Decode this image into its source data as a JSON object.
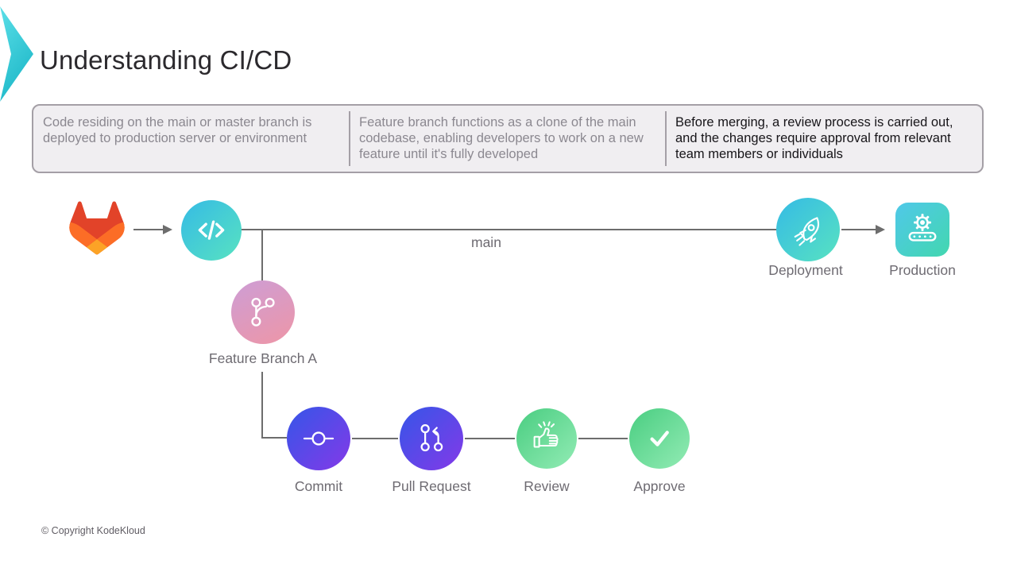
{
  "slide": {
    "title": "Understanding CI/CD",
    "copyright": "© Copyright KodeKloud"
  },
  "info_boxes": [
    {
      "text": "Code residing on the main or master branch is deployed to production server or environment"
    },
    {
      "text": "Feature branch functions as a clone of the main codebase, enabling developers to work on a new feature until it's fully developed"
    },
    {
      "text": "Before merging, a review process is carried out, and the changes require approval from relevant team members or individuals"
    }
  ],
  "diagram": {
    "branch_label": "main",
    "labels": {
      "feature_branch": "Feature Branch A",
      "commit": "Commit",
      "pull_request": "Pull Request",
      "review": "Review",
      "approve": "Approve",
      "deployment": "Deployment",
      "production": "Production"
    }
  },
  "palette": {
    "teal_gradient": [
      "#38bee2",
      "#55dfc4"
    ],
    "pink_gradient": [
      "#cf9dd3",
      "#ec96a9"
    ],
    "purple_gradient": [
      "#3d53e8",
      "#7c3ce8"
    ],
    "green_gradient": [
      "#52d187",
      "#8feab2"
    ],
    "gitlab_red": "#e24329",
    "gitlab_orange": "#fc6d26",
    "gitlab_yellow": "#fca326",
    "connector_gray": "#6d6d6d",
    "accent_teal": "#2cc4bc"
  }
}
